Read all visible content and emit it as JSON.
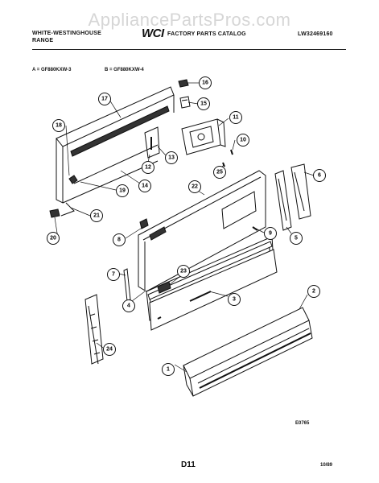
{
  "watermark": "AppliancePartsPros.com",
  "header": {
    "brand_line1": "WHITE-WESTINGHOUSE",
    "brand_line2": "RANGE",
    "logo": "WCI",
    "catalog": "FACTORY PARTS CATALOG",
    "doc_number": "LW32469160"
  },
  "models": {
    "a": "A = GF880KXW-3",
    "b": "B = GF880KXW-4"
  },
  "callouts": [
    "1",
    "2",
    "3",
    "4",
    "5",
    "6",
    "7",
    "8",
    "9",
    "10",
    "11",
    "12",
    "13",
    "14",
    "15",
    "16",
    "17",
    "18",
    "19",
    "20",
    "21",
    "22",
    "23",
    "24",
    "25"
  ],
  "figure_code": "E0765",
  "page_code": "D11",
  "date_code": "10/89"
}
